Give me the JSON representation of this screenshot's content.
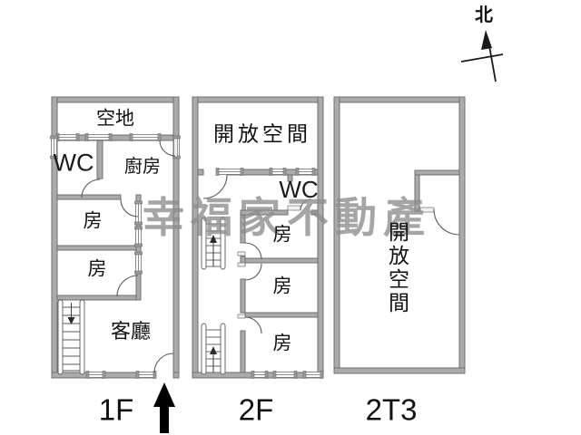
{
  "compass": {
    "label": "北"
  },
  "watermark": {
    "text": "幸福家不動產",
    "color": "#8d8d8d"
  },
  "floors": [
    {
      "label": "1F",
      "rooms": [
        {
          "name": "空地"
        },
        {
          "name": "WC"
        },
        {
          "name": "廚房"
        },
        {
          "name": "房"
        },
        {
          "name": "房"
        },
        {
          "name": "客廳"
        }
      ]
    },
    {
      "label": "2F",
      "rooms": [
        {
          "name": "開放空間"
        },
        {
          "name": "WC"
        },
        {
          "name": "房"
        },
        {
          "name": "房"
        },
        {
          "name": "房"
        }
      ]
    },
    {
      "label": "2T3",
      "rooms": [
        {
          "name": "開放空間"
        }
      ]
    }
  ],
  "colors": {
    "background": "#ffffff",
    "wall_fill": "#ababab",
    "wall_outline": "#6f6f6f",
    "detail_line": "#5a5a5a",
    "label_text": "#111111",
    "watermark": "#8d8d8d",
    "entrance_arrow": "#000000"
  }
}
